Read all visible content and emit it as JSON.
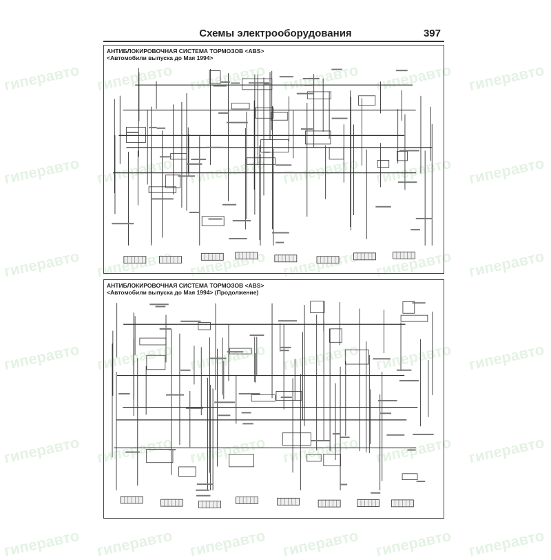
{
  "header": {
    "title": "Схемы электрооборудования",
    "page_number": "397"
  },
  "watermark": {
    "text": "гиперавто"
  },
  "diagrams": [
    {
      "title": "АНТИБЛОКИРОВОЧНАЯ СИСТЕМА ТОРМОЗОВ <ABS>",
      "subtitle": "<Автомобили выпуска до Мая 1994>"
    },
    {
      "title": "АНТИБЛОКИРОВОЧНАЯ СИСТЕМА ТОРМОЗОВ <ABS>",
      "subtitle": "<Автомобили выпуска до Мая 1994> (Продолжение)"
    }
  ],
  "colors": {
    "ink": "#333333",
    "watermark": "#cfe8cf"
  }
}
